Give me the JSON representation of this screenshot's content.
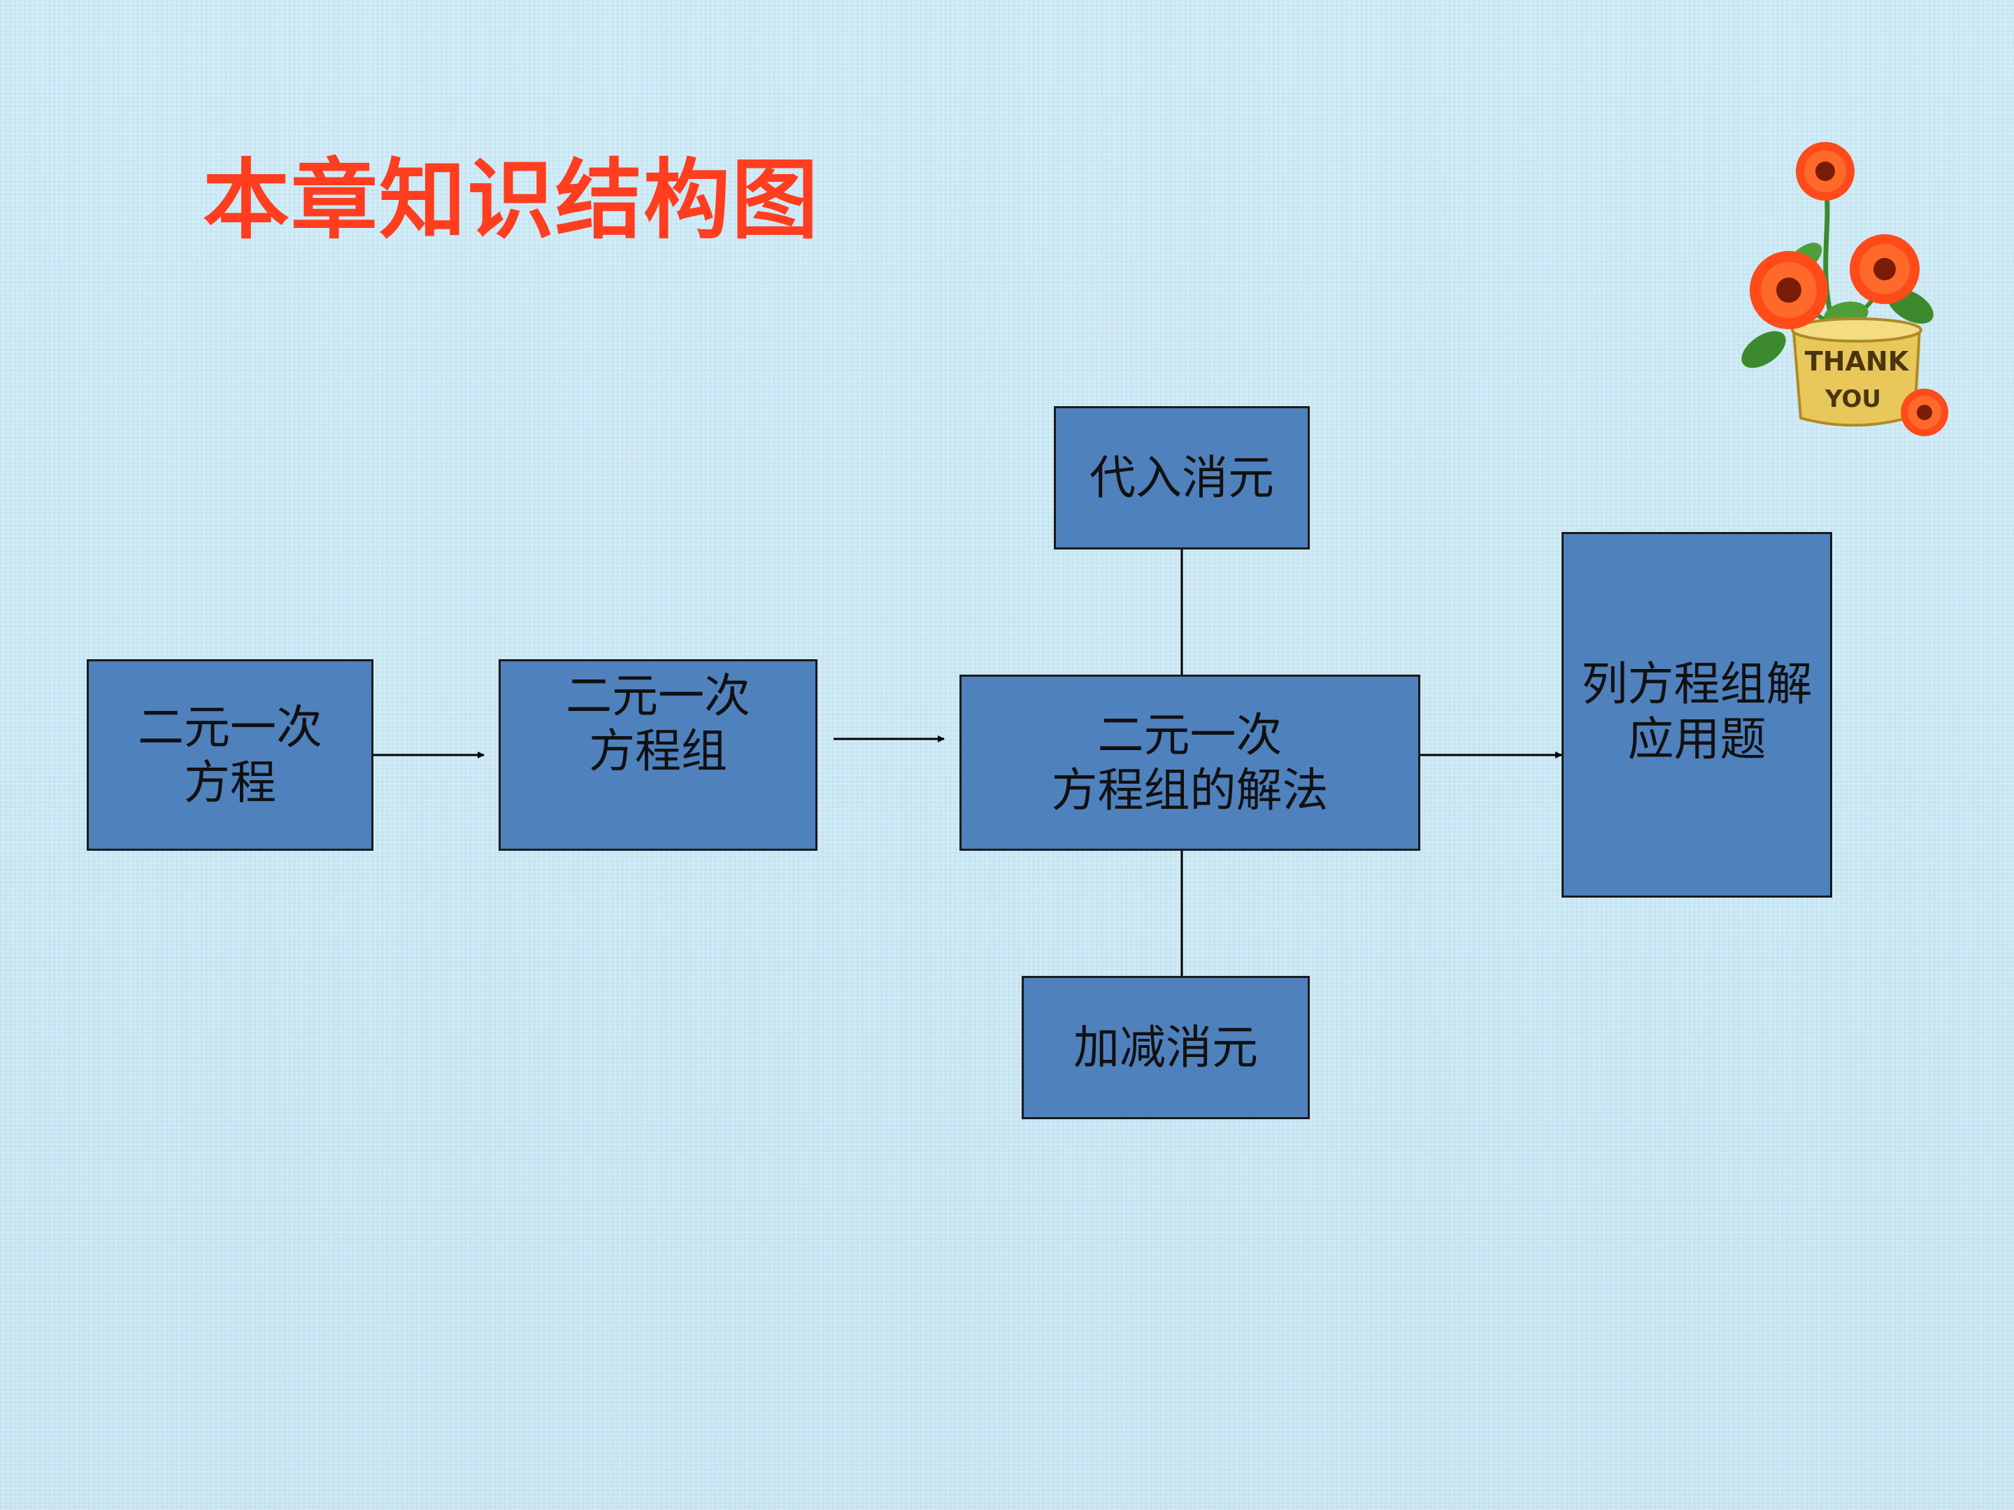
{
  "title": "本章知识结构图",
  "nodes": {
    "linear_equation": {
      "lines": [
        "二元一次",
        "方程"
      ]
    },
    "linear_system": {
      "lines": [
        "二元一次",
        "方程组"
      ]
    },
    "substitution": {
      "lines": [
        "代入消元"
      ]
    },
    "solution_methods": {
      "lines": [
        "二元一次",
        "方程组的解法"
      ]
    },
    "addition_subtraction": {
      "lines": [
        "加减消元"
      ]
    },
    "application": {
      "lines": [
        "列方程组解",
        "应用题"
      ]
    }
  },
  "decoration": {
    "pot_text": [
      "THANK",
      "YOU"
    ],
    "colors": {
      "title": "#ff3d1f",
      "box_fill": "#4f81bd",
      "petal": "#ff4a1a",
      "leaf": "#3d8a2e",
      "pot": "#e8c85a"
    }
  }
}
